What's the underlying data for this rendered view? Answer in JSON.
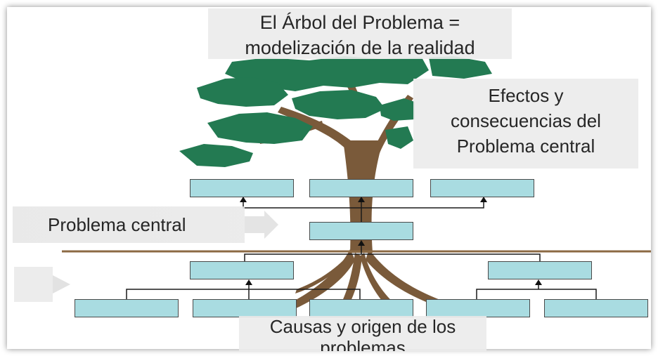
{
  "title": {
    "line1": "El Árbol del Problema =",
    "line2": "modelización de la realidad"
  },
  "effects": {
    "line1": "Efectos y",
    "line2": "consecuencias del",
    "line3": "Problema central"
  },
  "central_problem_label": "Problema central",
  "causes": {
    "line1": "Causas y origen de los",
    "line2": "problemas"
  },
  "colors": {
    "foliage": "#237a52",
    "trunk": "#7a5a3a",
    "ground_line": "#8c6a44",
    "box_fill": "#a9dce1",
    "box_border": "#4a4a4a",
    "label_bg": "#ececec",
    "text": "#262626"
  }
}
